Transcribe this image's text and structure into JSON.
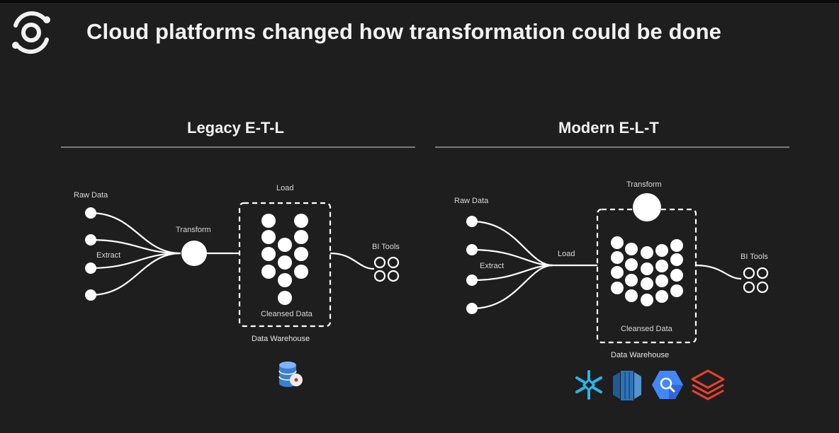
{
  "slide": {
    "title": "Cloud platforms changed how transformation could be done",
    "logo_icon": "refresh-circle-icon"
  },
  "legacy": {
    "heading": "Legacy E-T-L",
    "raw_data": "Raw Data",
    "extract": "Extract",
    "transform": "Transform",
    "load": "Load",
    "cleansed": "Cleansed Data",
    "warehouse": "Data Warehouse",
    "bi_tools": "BI Tools",
    "vendor_icon": "database-disc-icon"
  },
  "modern": {
    "heading": "Modern E-L-T",
    "raw_data": "Raw Data",
    "extract": "Extract",
    "load": "Load",
    "transform": "Transform",
    "cleansed": "Cleansed Data",
    "warehouse": "Data Warehouse",
    "bi_tools": "BI Tools",
    "vendor_icons": [
      "snowflake-icon",
      "redshift-icon",
      "bigquery-icon",
      "databricks-icon"
    ]
  },
  "colors": {
    "background": "#1e1e1e",
    "text": "#f2f2f2",
    "node": "#ffffff",
    "snowflake": "#29b5e8",
    "redshift": "#205b98",
    "bigquery": "#4386fa",
    "databricks": "#e8412c"
  }
}
